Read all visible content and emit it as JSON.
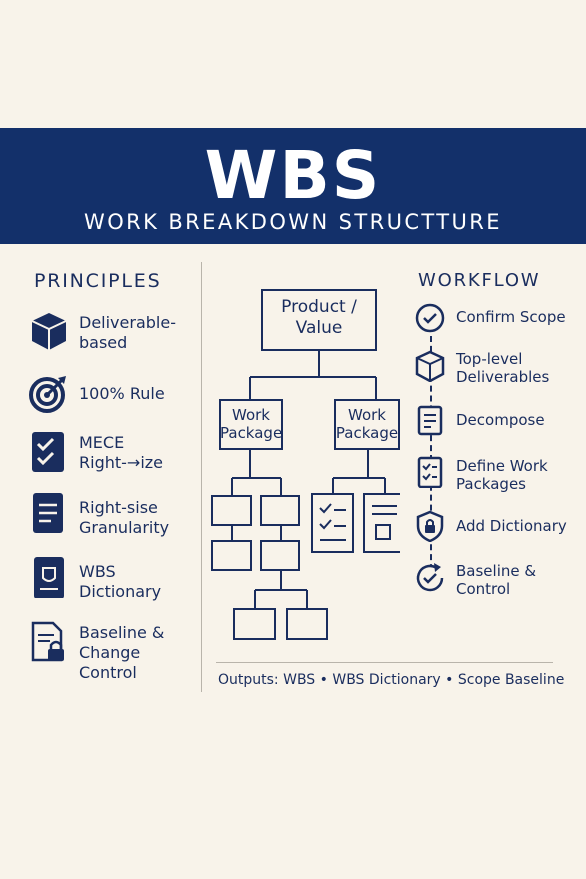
{
  "header": {
    "title": "WBS",
    "subtitle": "WORK BREAKDOWN STRUCTTURE"
  },
  "principles": {
    "title": "PRINCIPLES",
    "items": [
      {
        "label": "Deliverable-\nbased",
        "icon": "cube-icon"
      },
      {
        "label": "100% Rule",
        "icon": "target-icon"
      },
      {
        "label": "MECE\nRight-⁠⁠⁠→ize",
        "icon": "checklist-icon"
      },
      {
        "label": "Right-sise\nGranularity",
        "icon": "document-icon"
      },
      {
        "label": "WBS\nDictionary",
        "icon": "book-icon"
      },
      {
        "label": "Baseline &\nChange Control",
        "icon": "lock-document-icon"
      }
    ]
  },
  "tree": {
    "root": "Product /\nValue",
    "packages": [
      "Work\nPackage",
      "Work\nPackage"
    ]
  },
  "workflow": {
    "title": "WORKFLOW",
    "steps": [
      {
        "label": "Confirm Scope",
        "icon": "check-circle-icon"
      },
      {
        "label": "Top-level\nDeliverables",
        "icon": "box-icon"
      },
      {
        "label": "Decompose",
        "icon": "document-list-icon"
      },
      {
        "label": "Define Work\nPackages",
        "icon": "checklist-doc-icon"
      },
      {
        "label": "Add Dictionary",
        "icon": "shield-lock-icon"
      },
      {
        "label": "Baseline &\nControl",
        "icon": "refresh-check-icon"
      }
    ]
  },
  "outputs": {
    "label": "Outputs:",
    "text": "WBS • WBS Dictionary • Scope Baseline"
  },
  "colors": {
    "navy": "#13306a",
    "ink": "#1a2d5e",
    "background": "#f8f3ea"
  }
}
